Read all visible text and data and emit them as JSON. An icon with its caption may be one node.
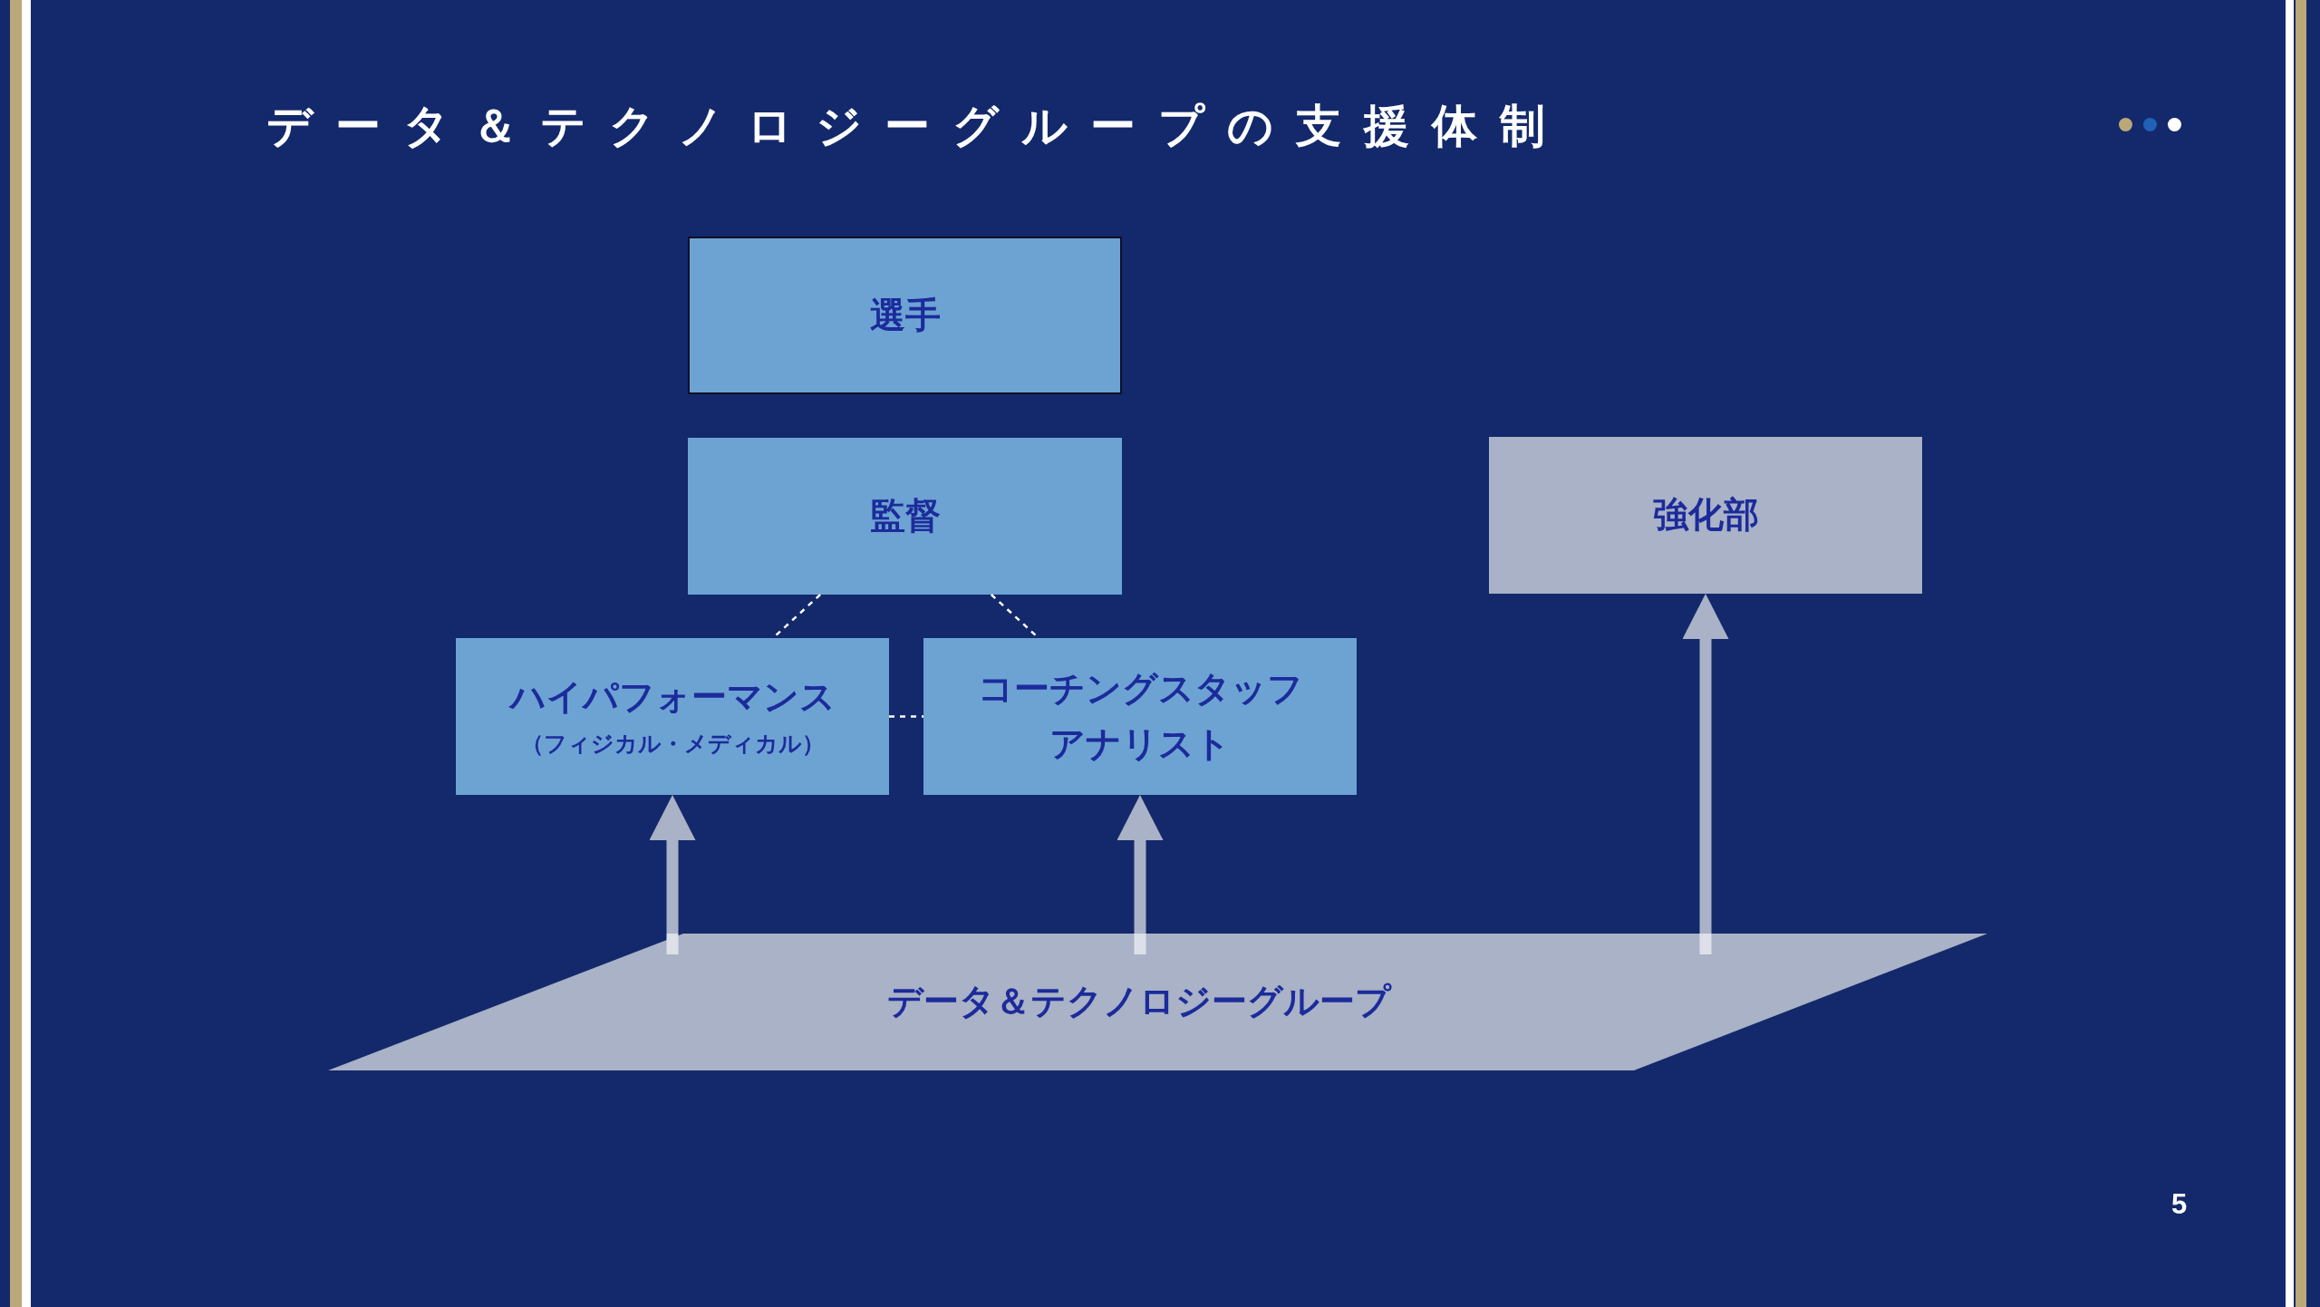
{
  "diagram": {
    "title": "データ＆テクノロジーグループの支援体制",
    "nodes": [
      {
        "text": [
          "選手"
        ]
      },
      {
        "text": [
          "監督"
        ]
      },
      {
        "text": [
          "ハイパフォーマンス",
          "（フィジカル・メディカル）"
        ]
      },
      {
        "text": [
          "コーチングスタッフ",
          "アナリスト"
        ]
      },
      {
        "text": [
          "強化部"
        ]
      },
      {
        "text": [
          "データ＆テクノロジーグループ"
        ]
      }
    ],
    "edges": [
      {
        "from": 1,
        "to": 2,
        "arrow": "none",
        "style": "dashed",
        "color": "#ffffff"
      },
      {
        "from": 1,
        "to": 3,
        "arrow": "none",
        "style": "dashed",
        "color": "#ffffff"
      },
      {
        "from": 2,
        "to": 3,
        "arrow": "none",
        "style": "dashed",
        "color": "#ffffff"
      },
      {
        "from": 5,
        "to": 2,
        "arrow": "to",
        "style": "thick"
      },
      {
        "from": 5,
        "to": 3,
        "arrow": "to",
        "style": "thick"
      },
      {
        "from": 5,
        "to": 4,
        "arrow": "to",
        "style": "thick"
      }
    ],
    "labels": [
      "5"
    ]
  }
}
